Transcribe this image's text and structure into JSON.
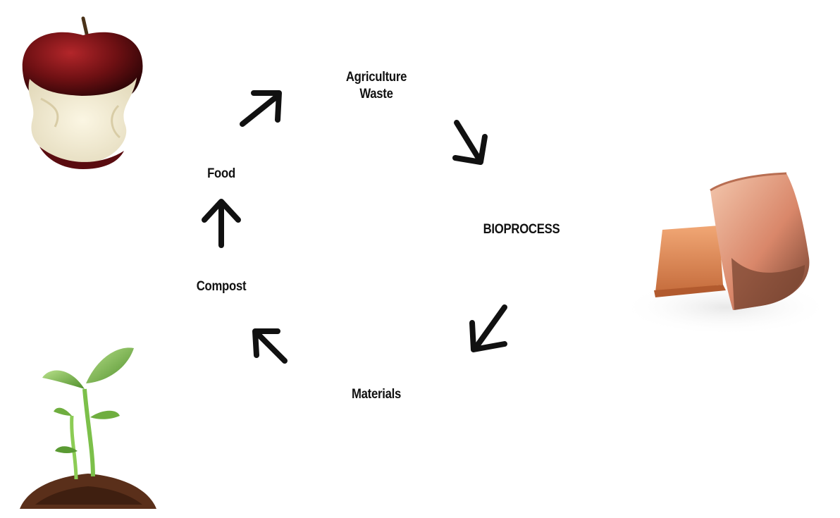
{
  "diagram": {
    "nodes": {
      "agriculture_waste": {
        "lines": [
          "Agriculture",
          "Waste"
        ]
      },
      "bioprocess": {
        "text": "BIOPROCESS"
      },
      "materials": {
        "text": "Materials"
      },
      "compost": {
        "text": "Compost"
      },
      "food": {
        "text": "Food"
      }
    },
    "arrow_color": "#111111",
    "illustrations": {
      "top_left": "apple-core-image",
      "right": "bio-material-blocks-image",
      "bottom_left": "seedling-in-soil-image"
    }
  }
}
